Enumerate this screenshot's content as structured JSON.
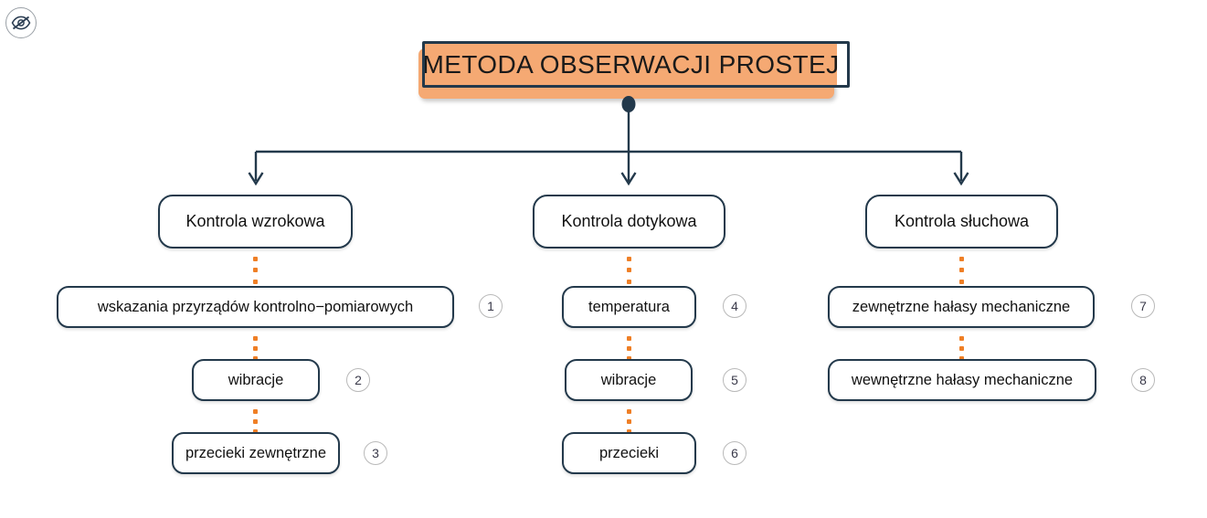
{
  "page": {
    "background": "#ffffff",
    "hidden_badge_icon": "eye-slash-icon"
  },
  "theme": {
    "node_border": "#23394b",
    "node_fill": "#ffffff",
    "accent_orange": "#ef7f26",
    "title_fill": "#f5a973",
    "connector": "#23394b",
    "number_circle_border": "#b9b9b9"
  },
  "title": {
    "text": "METODA OBSERWACJI PROSTEJ"
  },
  "branches": [
    {
      "heading": "Kontrola wzrokowa",
      "items": [
        {
          "label": "wskazania przyrządów kontrolno−pomiarowych",
          "number": "1"
        },
        {
          "label": "wibracje",
          "number": "2"
        },
        {
          "label": "przecieki zewnętrzne",
          "number": "3"
        }
      ]
    },
    {
      "heading": "Kontrola dotykowa",
      "items": [
        {
          "label": "temperatura",
          "number": "4"
        },
        {
          "label": "wibracje",
          "number": "5"
        },
        {
          "label": "przecieki",
          "number": "6"
        }
      ]
    },
    {
      "heading": "Kontrola słuchowa",
      "items": [
        {
          "label": "zewnętrzne hałasy mechaniczne",
          "number": "7"
        },
        {
          "label": "wewnętrzne hałasy mechaniczne",
          "number": "8"
        }
      ]
    }
  ]
}
